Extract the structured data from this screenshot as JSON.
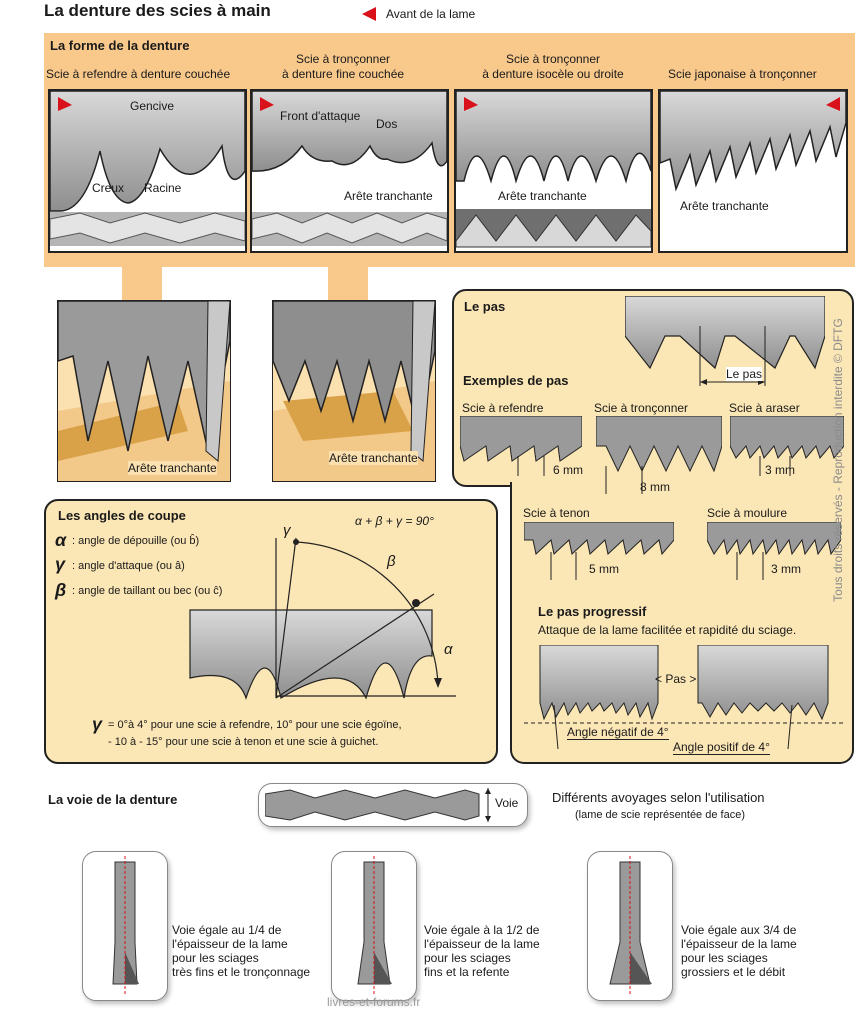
{
  "title": "La denture des scies à main",
  "legend": "Avant de la lame",
  "forme": {
    "heading": "La forme de la denture",
    "saws": [
      "Scie à refendre à denture couchée",
      "Scie à tronçonner\nà denture fine couchée",
      "Scie à tronçonner\nà denture isocèle ou droite",
      "Scie japonaise à tronçonner"
    ],
    "labels": {
      "gencive": "Gencive",
      "creux": "Creux",
      "racine": "Racine",
      "front": "Front d'attaque",
      "dos": "Dos",
      "arete": "Arête tranchante"
    }
  },
  "cut_labels": [
    "Arête tranchante",
    "Arête tranchante"
  ],
  "pas": {
    "heading": "Le pas",
    "pas_label": "Le pas",
    "examples_heading": "Exemples de pas",
    "examples": [
      {
        "name": "Scie à refendre",
        "value": "6 mm"
      },
      {
        "name": "Scie à tronçonner",
        "value": "8 mm"
      },
      {
        "name": "Scie à araser",
        "value": "3 mm"
      },
      {
        "name": "Scie à tenon",
        "value": "5 mm"
      },
      {
        "name": "Scie à moulure",
        "value": "3 mm"
      }
    ],
    "progressif_heading": "Le pas progressif",
    "progressif_text": "Attaque de la lame facilitée et rapidité du sciage.",
    "pas_center": "< Pas >",
    "angle_neg": "Angle négatif de 4°",
    "angle_pos": "Angle positif de 4°"
  },
  "angles": {
    "heading": "Les angles de coupe",
    "formula": "α + β + γ = 90°",
    "items": [
      {
        "sym": "α",
        "text": ": angle de dépouille (ou b̂)"
      },
      {
        "sym": "γ",
        "text": ": angle d'attaque (ou â)"
      },
      {
        "sym": "β",
        "text": ": angle de taillant ou bec (ou ĉ)"
      }
    ],
    "diagram_syms": {
      "gamma": "γ",
      "beta": "β",
      "alpha": "α"
    },
    "note_sym": "γ",
    "note_line1": "= 0°à 4° pour une scie à refendre, 10° pour une scie égoïne,",
    "note_line2": "- 10 à - 15° pour une scie à tenon et une scie à guichet."
  },
  "voie": {
    "heading": "La voie de la denture",
    "voie_label": "Voie",
    "subtitle": "Différents avoyages selon l'utilisation",
    "subtitle2": "(lame de scie représentée de face)",
    "items": [
      "Voie égale au 1/4 de\nl'épaisseur de la lame\npour les sciages\ntrès fins et le tronçonnage",
      "Voie égale à la 1/2 de\nl'épaisseur de la lame\npour les sciages\nfins et la refente",
      "Voie égale aux 3/4 de\nl'épaisseur de la lame\npour les sciages\ngrossiers et le débit"
    ]
  },
  "copyright": "Tous droits réservés - Reproduction interdite © DFTG",
  "watermark": "livres-et-forums.fr",
  "colors": {
    "orange_panel": "#f9c98c",
    "cream_panel": "#fbe6b5",
    "arrow_red": "#d8111a"
  }
}
